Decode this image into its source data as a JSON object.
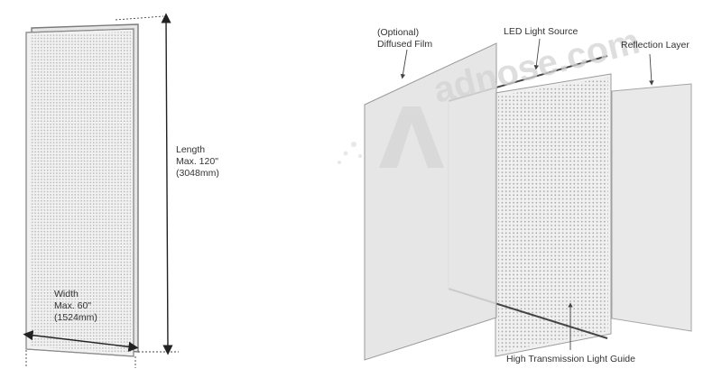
{
  "left_panel": {
    "length": {
      "title": "Length",
      "max": "Max. 120\"",
      "metric": "(3048mm)"
    },
    "width": {
      "title": "Width",
      "max": "Max. 60\"",
      "metric": "(1524mm)"
    }
  },
  "exploded_view": {
    "labels": {
      "diffused_film_line1": "(Optional)",
      "diffused_film_line2": "Diffused Film",
      "led_light_source": "LED Light Source",
      "reflection_layer": "Reflection Layer",
      "light_guide": "High Transmission Light Guide"
    }
  },
  "watermark": {
    "brand": "adnose.com"
  },
  "colors": {
    "panel_fill": "#ededed",
    "panel_stroke": "#8a8a8a",
    "dot_grid": "#b5b5b5",
    "dimension_line": "#222222",
    "label_text": "#333333",
    "watermark": "#d4d4d4"
  }
}
